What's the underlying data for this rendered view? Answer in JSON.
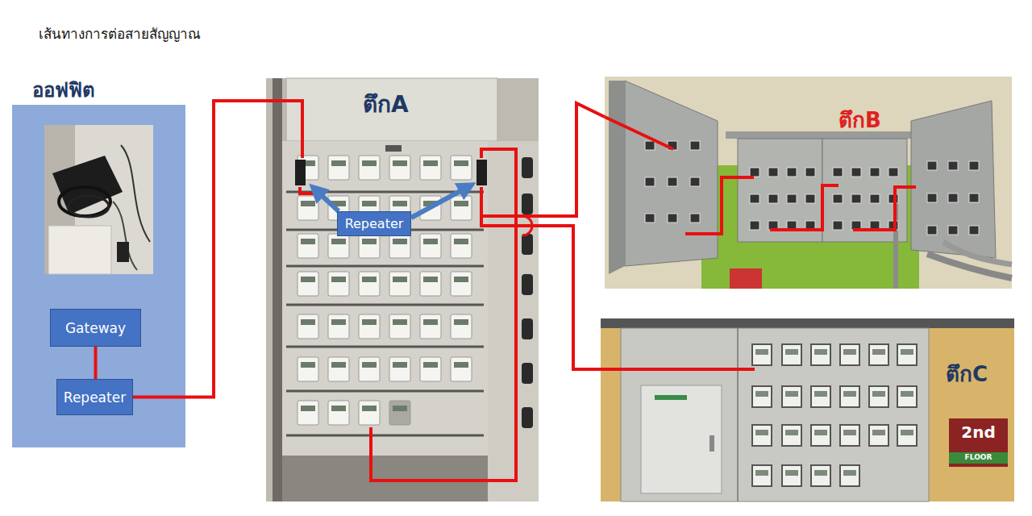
{
  "diagram": {
    "title": "เส้นทางการต่อสายสัญญาณ",
    "nodes": [
      {
        "text": [
          "ออฟฟิต"
        ]
      },
      {
        "text": [
          "Gateway"
        ],
        "in": 0
      },
      {
        "text": [
          "Repeater"
        ],
        "in": 0
      },
      {
        "text": [
          "ตึกA"
        ]
      },
      {
        "text": [
          "Repeater"
        ],
        "in": 3
      },
      {
        "text": [
          "ตึกB"
        ]
      },
      {
        "text": [
          "ตึกC"
        ]
      }
    ],
    "edges": [
      {
        "from": 1,
        "to": 2,
        "arrow": "none"
      },
      {
        "from": 2,
        "to": 3,
        "arrow": "none"
      },
      {
        "from": 3,
        "to": 5,
        "arrow": "none"
      },
      {
        "from": 3,
        "to": 6,
        "arrow": "none"
      }
    ],
    "labels": [
      "2nd",
      "FLOOR"
    ]
  }
}
